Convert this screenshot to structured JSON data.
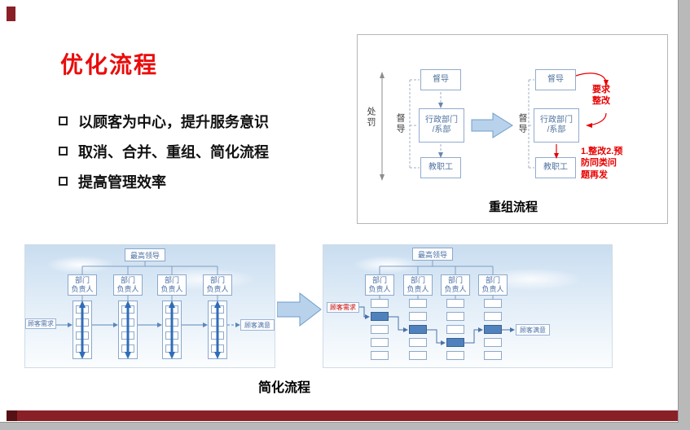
{
  "slide": {
    "title": "优化流程",
    "bullets": [
      "以顾客为中心，提升服务意识",
      "取消、合并、重组、简化流程",
      "提高管理效率"
    ]
  },
  "reorg": {
    "caption": "重组流程",
    "penalty_label": "处罚",
    "supervise_label_left": "督导",
    "supervise_label_mid": "督导",
    "left_boxes": [
      "督导",
      "行政部门\n/系部",
      "教职工"
    ],
    "right_boxes": [
      "督导",
      "行政部门\n/系部",
      "教职工"
    ],
    "note_rectify": "要求\n整改",
    "note_steps": "1.整改2.预\n防同类问\n题再发"
  },
  "simplify": {
    "caption": "简化流程",
    "before": {
      "leader": "最高领导",
      "managers": [
        "部门\n负责人",
        "部门\n负责人",
        "部门\n负责人",
        "部门\n负责人"
      ],
      "input": "顾客需求",
      "output": "顾客满意"
    },
    "after": {
      "leader": "最高领导",
      "managers": [
        "部门\n负责人",
        "部门\n负责人",
        "部门\n负责人",
        "部门\n负责人"
      ],
      "input": "顾客需求",
      "output": "顾客满意"
    }
  },
  "colors": {
    "title_red": "#ea0b0b",
    "maroon_accent": "#8a2027",
    "box_border_blue": "#8aa8cc",
    "box_text_blue": "#4a6fa5",
    "block_arrow_fill": "#b9d2ec",
    "highlight_fill": "#4f81bd",
    "note_red": "#e80000"
  }
}
